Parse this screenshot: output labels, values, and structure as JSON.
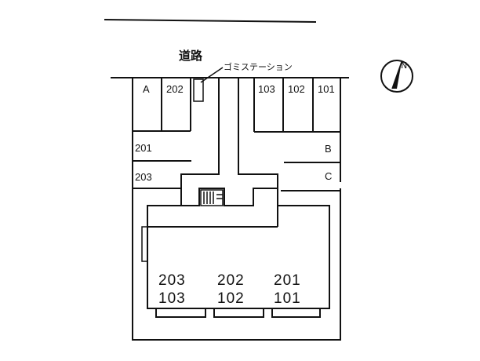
{
  "road_label": "道路",
  "garbage_station_label": "ゴミステーション",
  "compass_letter": "N",
  "parking_top_left": [
    "A",
    "202"
  ],
  "parking_top_right": [
    "103",
    "102",
    "101"
  ],
  "parking_left_side": [
    "201",
    "203"
  ],
  "parking_right_side": [
    "B",
    "C"
  ],
  "building_units_upper": [
    "203",
    "202",
    "201"
  ],
  "building_units_lower": [
    "103",
    "102",
    "101"
  ]
}
